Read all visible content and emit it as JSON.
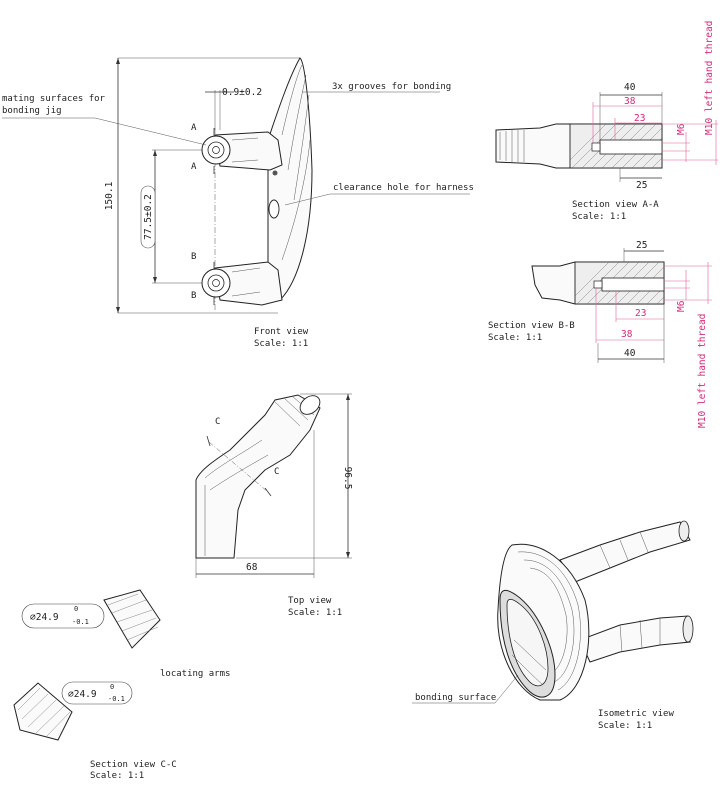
{
  "labels": {
    "mating_surfaces": "mating surfaces for\nbonding jig",
    "grooves": "3x grooves for bonding",
    "clearance": "clearance hole for harness",
    "locating_arms": "locating arms",
    "bonding_surface": "bonding surface"
  },
  "front_view": {
    "title": "Front view",
    "scale": "Scale:  1:1",
    "dim_total": "150.1",
    "dim_arm_spacing": "77.5±0.2",
    "dim_offset": "0.9±0.2",
    "marker_a": "A",
    "marker_b": "B"
  },
  "section_aa": {
    "title": "Section view A-A",
    "scale": "Scale:  1:1",
    "d40": "40",
    "d38": "38",
    "d23": "23",
    "d25": "25",
    "m6": "M6",
    "thread": "M10 left hand thread"
  },
  "section_bb": {
    "title": "Section view B-B",
    "scale": "Scale:  1:1",
    "d25": "25",
    "d23": "23",
    "d38": "38",
    "d40": "40",
    "m6": "M6",
    "thread": "M10 left hand thread"
  },
  "top_view": {
    "title": "Top view",
    "scale": "Scale:  1:1",
    "d96": "96.5",
    "d68": "68",
    "marker_c": "C"
  },
  "section_cc": {
    "title": "Section view C-C",
    "scale": "Scale:  1:1",
    "dia1": "⌀24.9",
    "dia2": "⌀24.9",
    "tol_upper": "0",
    "tol_lower": "-0.1"
  },
  "isometric": {
    "title": "Isometric view",
    "scale": "Scale:  1:1"
  },
  "colors": {
    "thread_dimension": "#d6287a"
  }
}
